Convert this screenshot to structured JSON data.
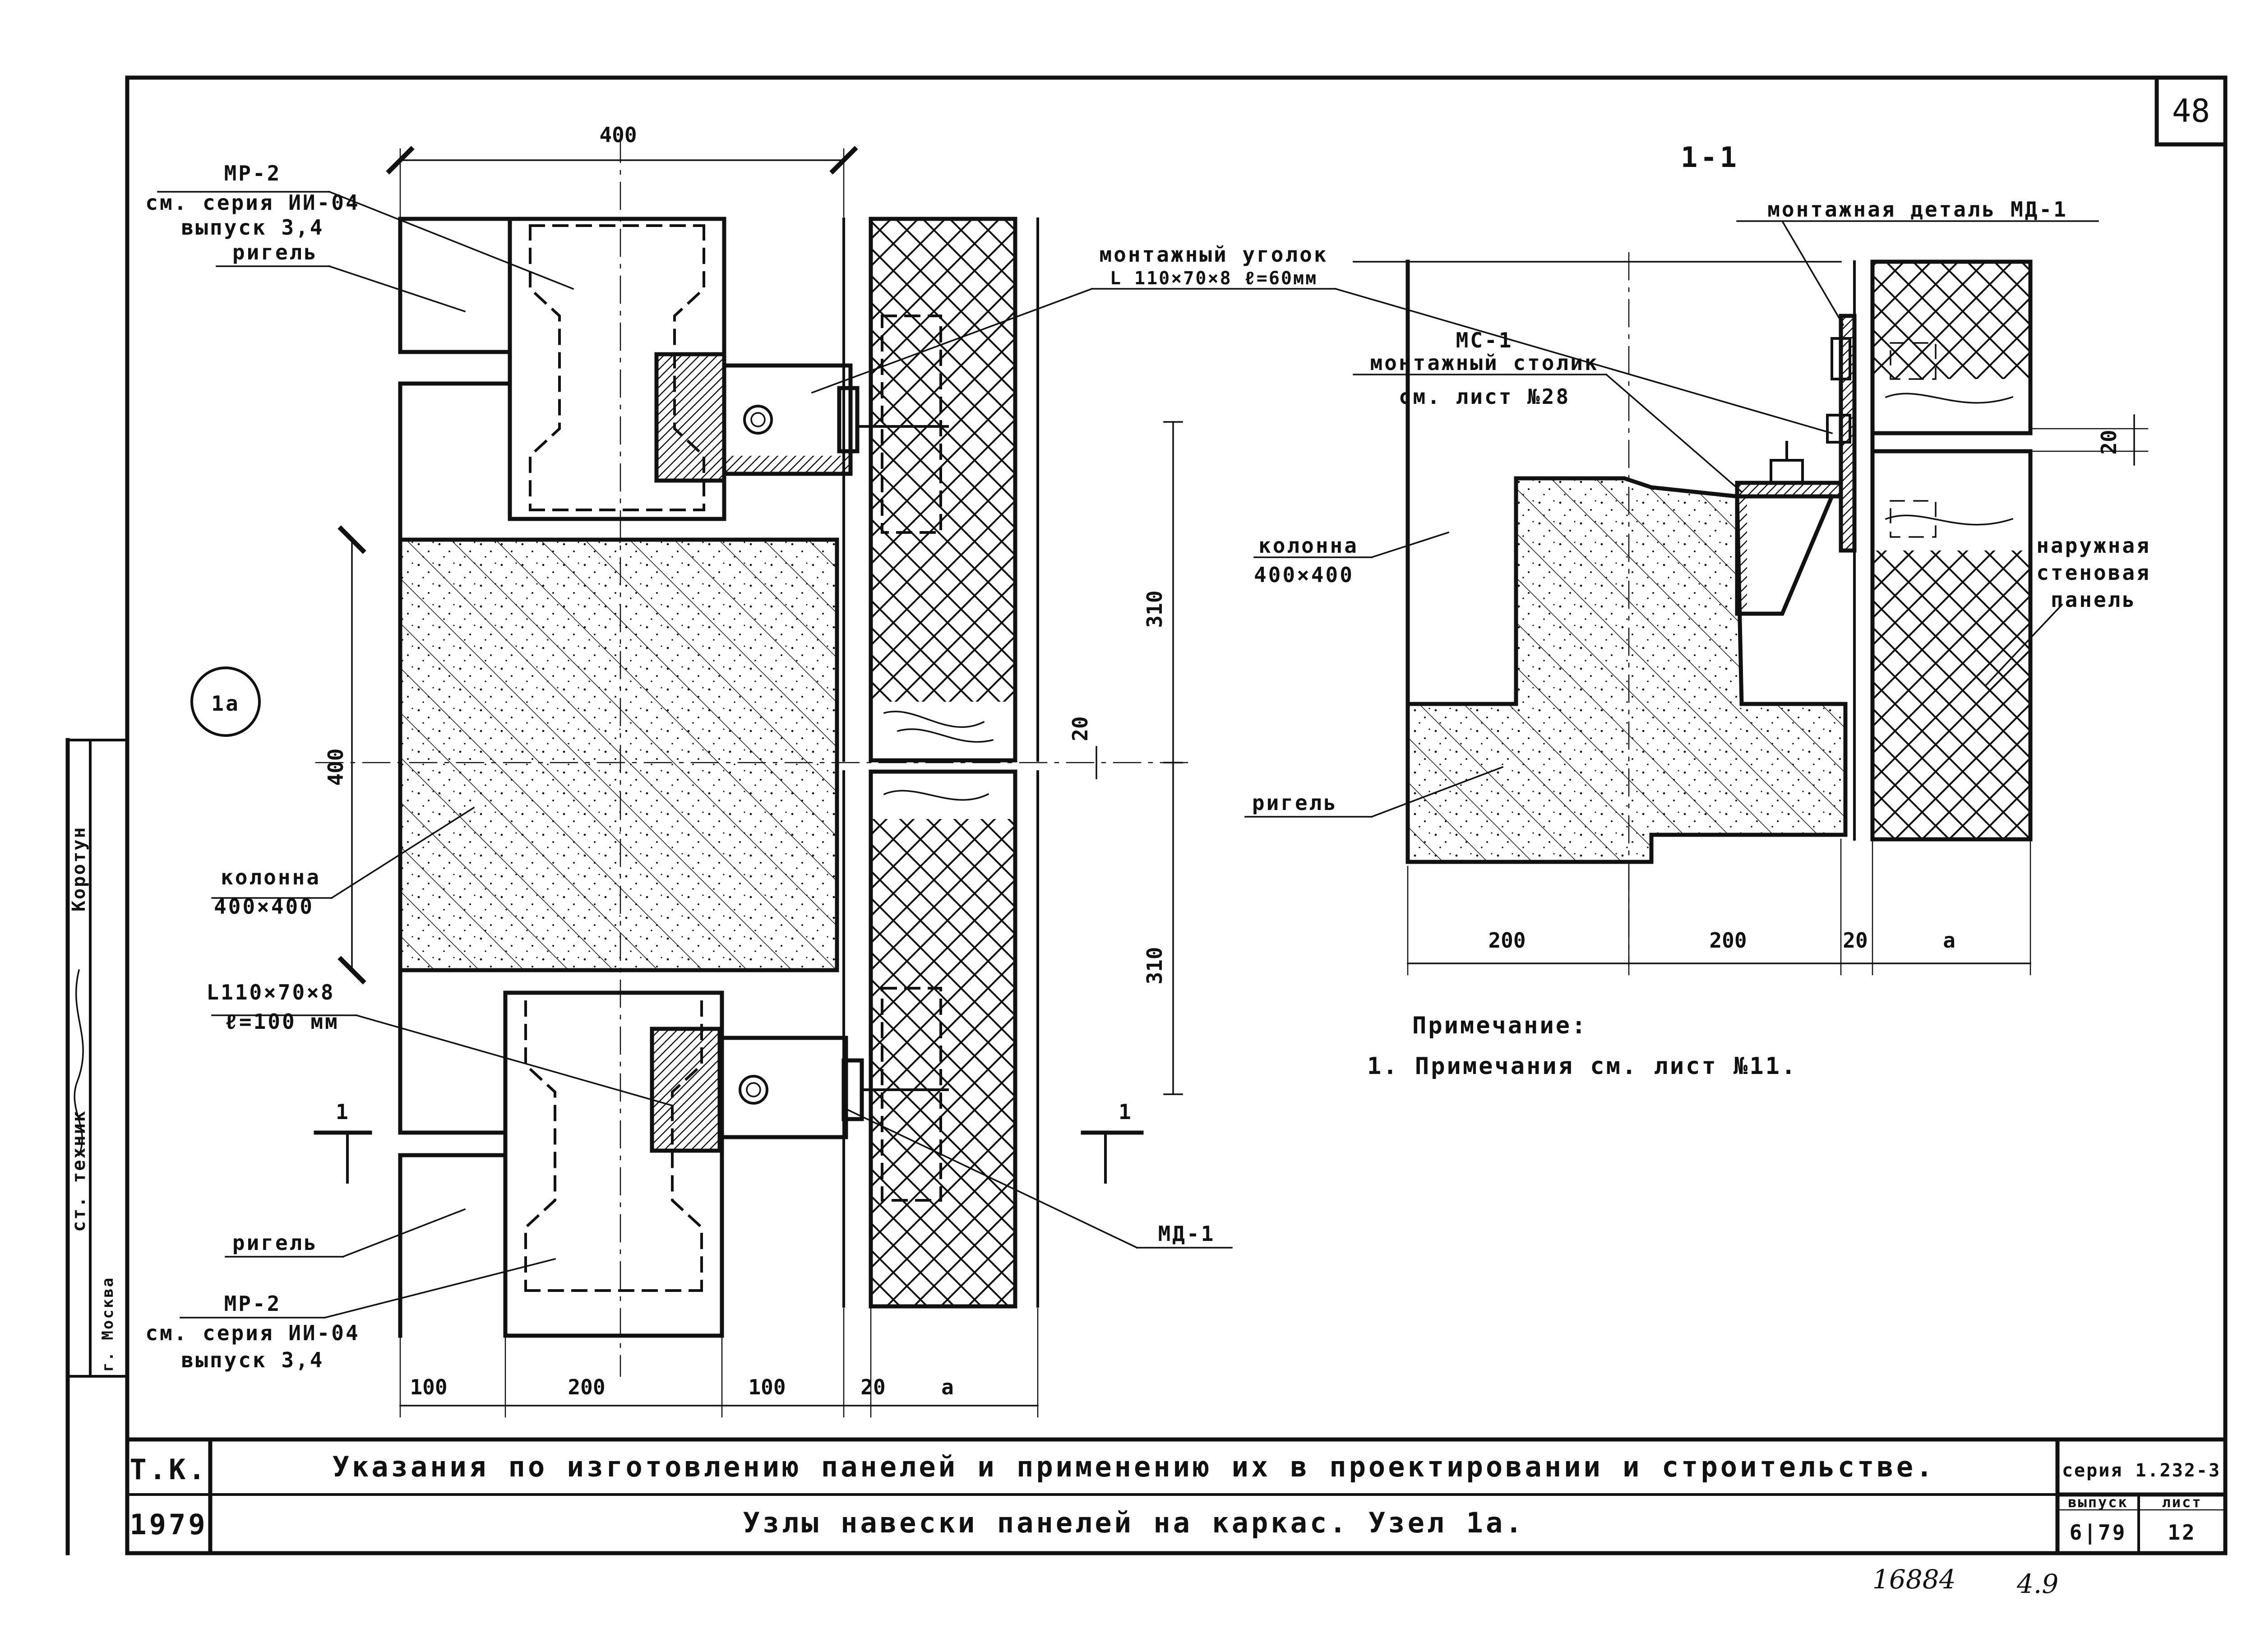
{
  "sheet": {
    "sheet_corner_number": "48",
    "organization": "Т.К.",
    "year": "1979",
    "title_main": "Указания по изготовлению панелей и применению их в проектировании и строительстве.",
    "title_sub": "Узлы навески панелей на каркас. Узел 1а.",
    "series": "серия 1.232-3",
    "issue_label": "выпуск",
    "issue_value": "6|79",
    "list_label": "лист",
    "list_value": "12",
    "stamp_left_text": "ст. техник",
    "stamp_left_name": "Коротун",
    "stamp_city": "г. Москва",
    "archive_number": "16884",
    "archive_ratio": "4.9"
  },
  "plan_view": {
    "node_mark": "1а",
    "labels": {
      "mr2_top": "МР-2",
      "mr2_top_ref1": "см. серия ИИ-04",
      "mr2_top_ref2": "выпуск 3,4",
      "rigel_top": "ригель",
      "angle_top1": "монтажный уголок",
      "angle_top2": "L 110×70×8  ℓ=60мм",
      "column1": "колонна",
      "column2": "400×400",
      "angle_bottom1": "L110×70×8",
      "angle_bottom2": "ℓ=100 мм",
      "rigel_bottom": "ригель",
      "mr2_bottom": "МР-2",
      "mr2_bottom_ref1": "см. серия ИИ-04",
      "mr2_bottom_ref2": "выпуск 3,4",
      "md1": "МД-1",
      "cut_mark": "1"
    },
    "dims": {
      "top": "400",
      "left": "400",
      "right_upper": "310",
      "right_gap": "20",
      "right_lower": "310",
      "bottom_1": "100",
      "bottom_2": "200",
      "bottom_3": "100",
      "bottom_4": "20",
      "bottom_5": "a"
    }
  },
  "section_view": {
    "title": "1-1",
    "labels": {
      "md1": "монтажная деталь МД-1",
      "mc1_1": "МС-1",
      "mc1_2": "монтажный столик",
      "mc1_3": "см. лист №28",
      "column1": "колонна",
      "column2": "400×400",
      "rigel": "ригель",
      "panel1": "наружная",
      "panel2": "стеновая",
      "panel3": "панель"
    },
    "dims": {
      "gap": "20",
      "b1": "200",
      "b2": "200",
      "b3": "20",
      "b4": "a"
    }
  },
  "notes": {
    "heading": "Примечание:",
    "item_1": "1. Примечания см. лист №11."
  }
}
